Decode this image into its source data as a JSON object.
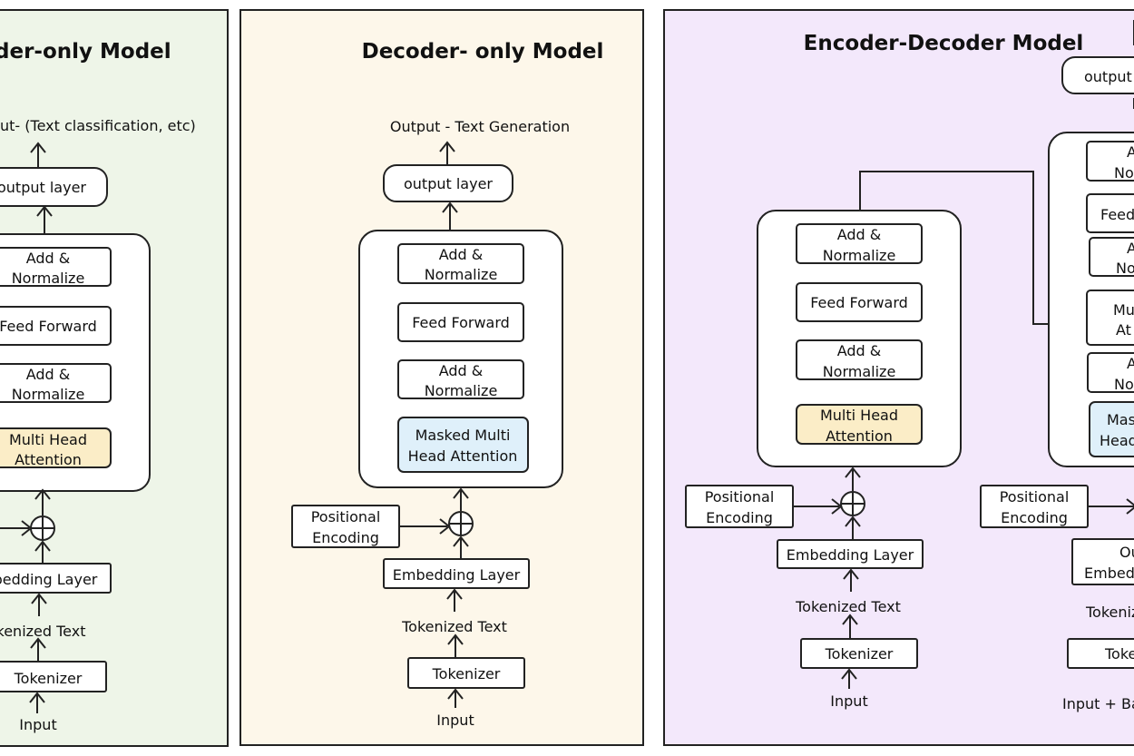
{
  "colors": {
    "encoder_panel_bg": "#eef5e8",
    "decoder_panel_bg": "#fdf7ea",
    "encdec_panel_bg": "#f3e8fb",
    "attention_fill": "#fbedc7",
    "masked_attention_fill": "#dff0fa"
  },
  "encoder_only": {
    "title": "der-only Model",
    "output_text": "ut- (Text classification, etc)",
    "output_layer": "output layer",
    "add_norm_top": [
      "Add &",
      "Normalize"
    ],
    "feed_forward": "Feed Forward",
    "add_norm_bottom": [
      "Add &",
      "Normalize"
    ],
    "attention": [
      "Multi Head",
      "Attention"
    ],
    "embedding_layer": "bedding Layer",
    "tokenized_text": "kenized Text",
    "tokenizer": "Tokenizer",
    "input": "Input"
  },
  "decoder_only": {
    "title": "Decoder- only Model",
    "output_text": "Output - Text Generation",
    "output_layer": "output layer",
    "add_norm_top": [
      "Add &",
      "Normalize"
    ],
    "feed_forward": "Feed Forward",
    "add_norm_bottom": [
      "Add &",
      "Normalize"
    ],
    "masked_attention": [
      "Masked Multi",
      "Head Attention"
    ],
    "positional_encoding": [
      "Positional",
      "Encoding"
    ],
    "embedding_layer": "Embedding Layer",
    "tokenized_text": "Tokenized Text",
    "tokenizer": "Tokenizer",
    "input": "Input"
  },
  "encoder_decoder": {
    "title": "Encoder-Decoder Model",
    "output_label": "output",
    "encoder": {
      "add_norm_top": [
        "Add &",
        "Normalize"
      ],
      "feed_forward": "Feed Forward",
      "add_norm_bottom": [
        "Add &",
        "Normalize"
      ],
      "attention": [
        "Multi Head",
        "Attention"
      ],
      "positional_encoding": [
        "Positional",
        "Encoding"
      ],
      "embedding_layer": "Embedding Layer",
      "tokenized_text": "Tokenized Text",
      "tokenizer": "Tokenizer",
      "input": "Input"
    },
    "decoder": {
      "add_norm_1": [
        "A",
        "Nor"
      ],
      "feed_forward": "Feed",
      "add_norm_2": [
        "A",
        "No"
      ],
      "multi_attention": [
        "Mu",
        "At"
      ],
      "add_norm_3": [
        "A",
        "No"
      ],
      "masked_attention": [
        "Mas",
        "Head"
      ],
      "positional_encoding": [
        "Positional",
        "Encoding"
      ],
      "output_embedding": [
        "Ou",
        "Embedd"
      ],
      "tokenized": "Tokeniz",
      "tokenizer": "Toke",
      "input": "Input + Ba"
    }
  }
}
